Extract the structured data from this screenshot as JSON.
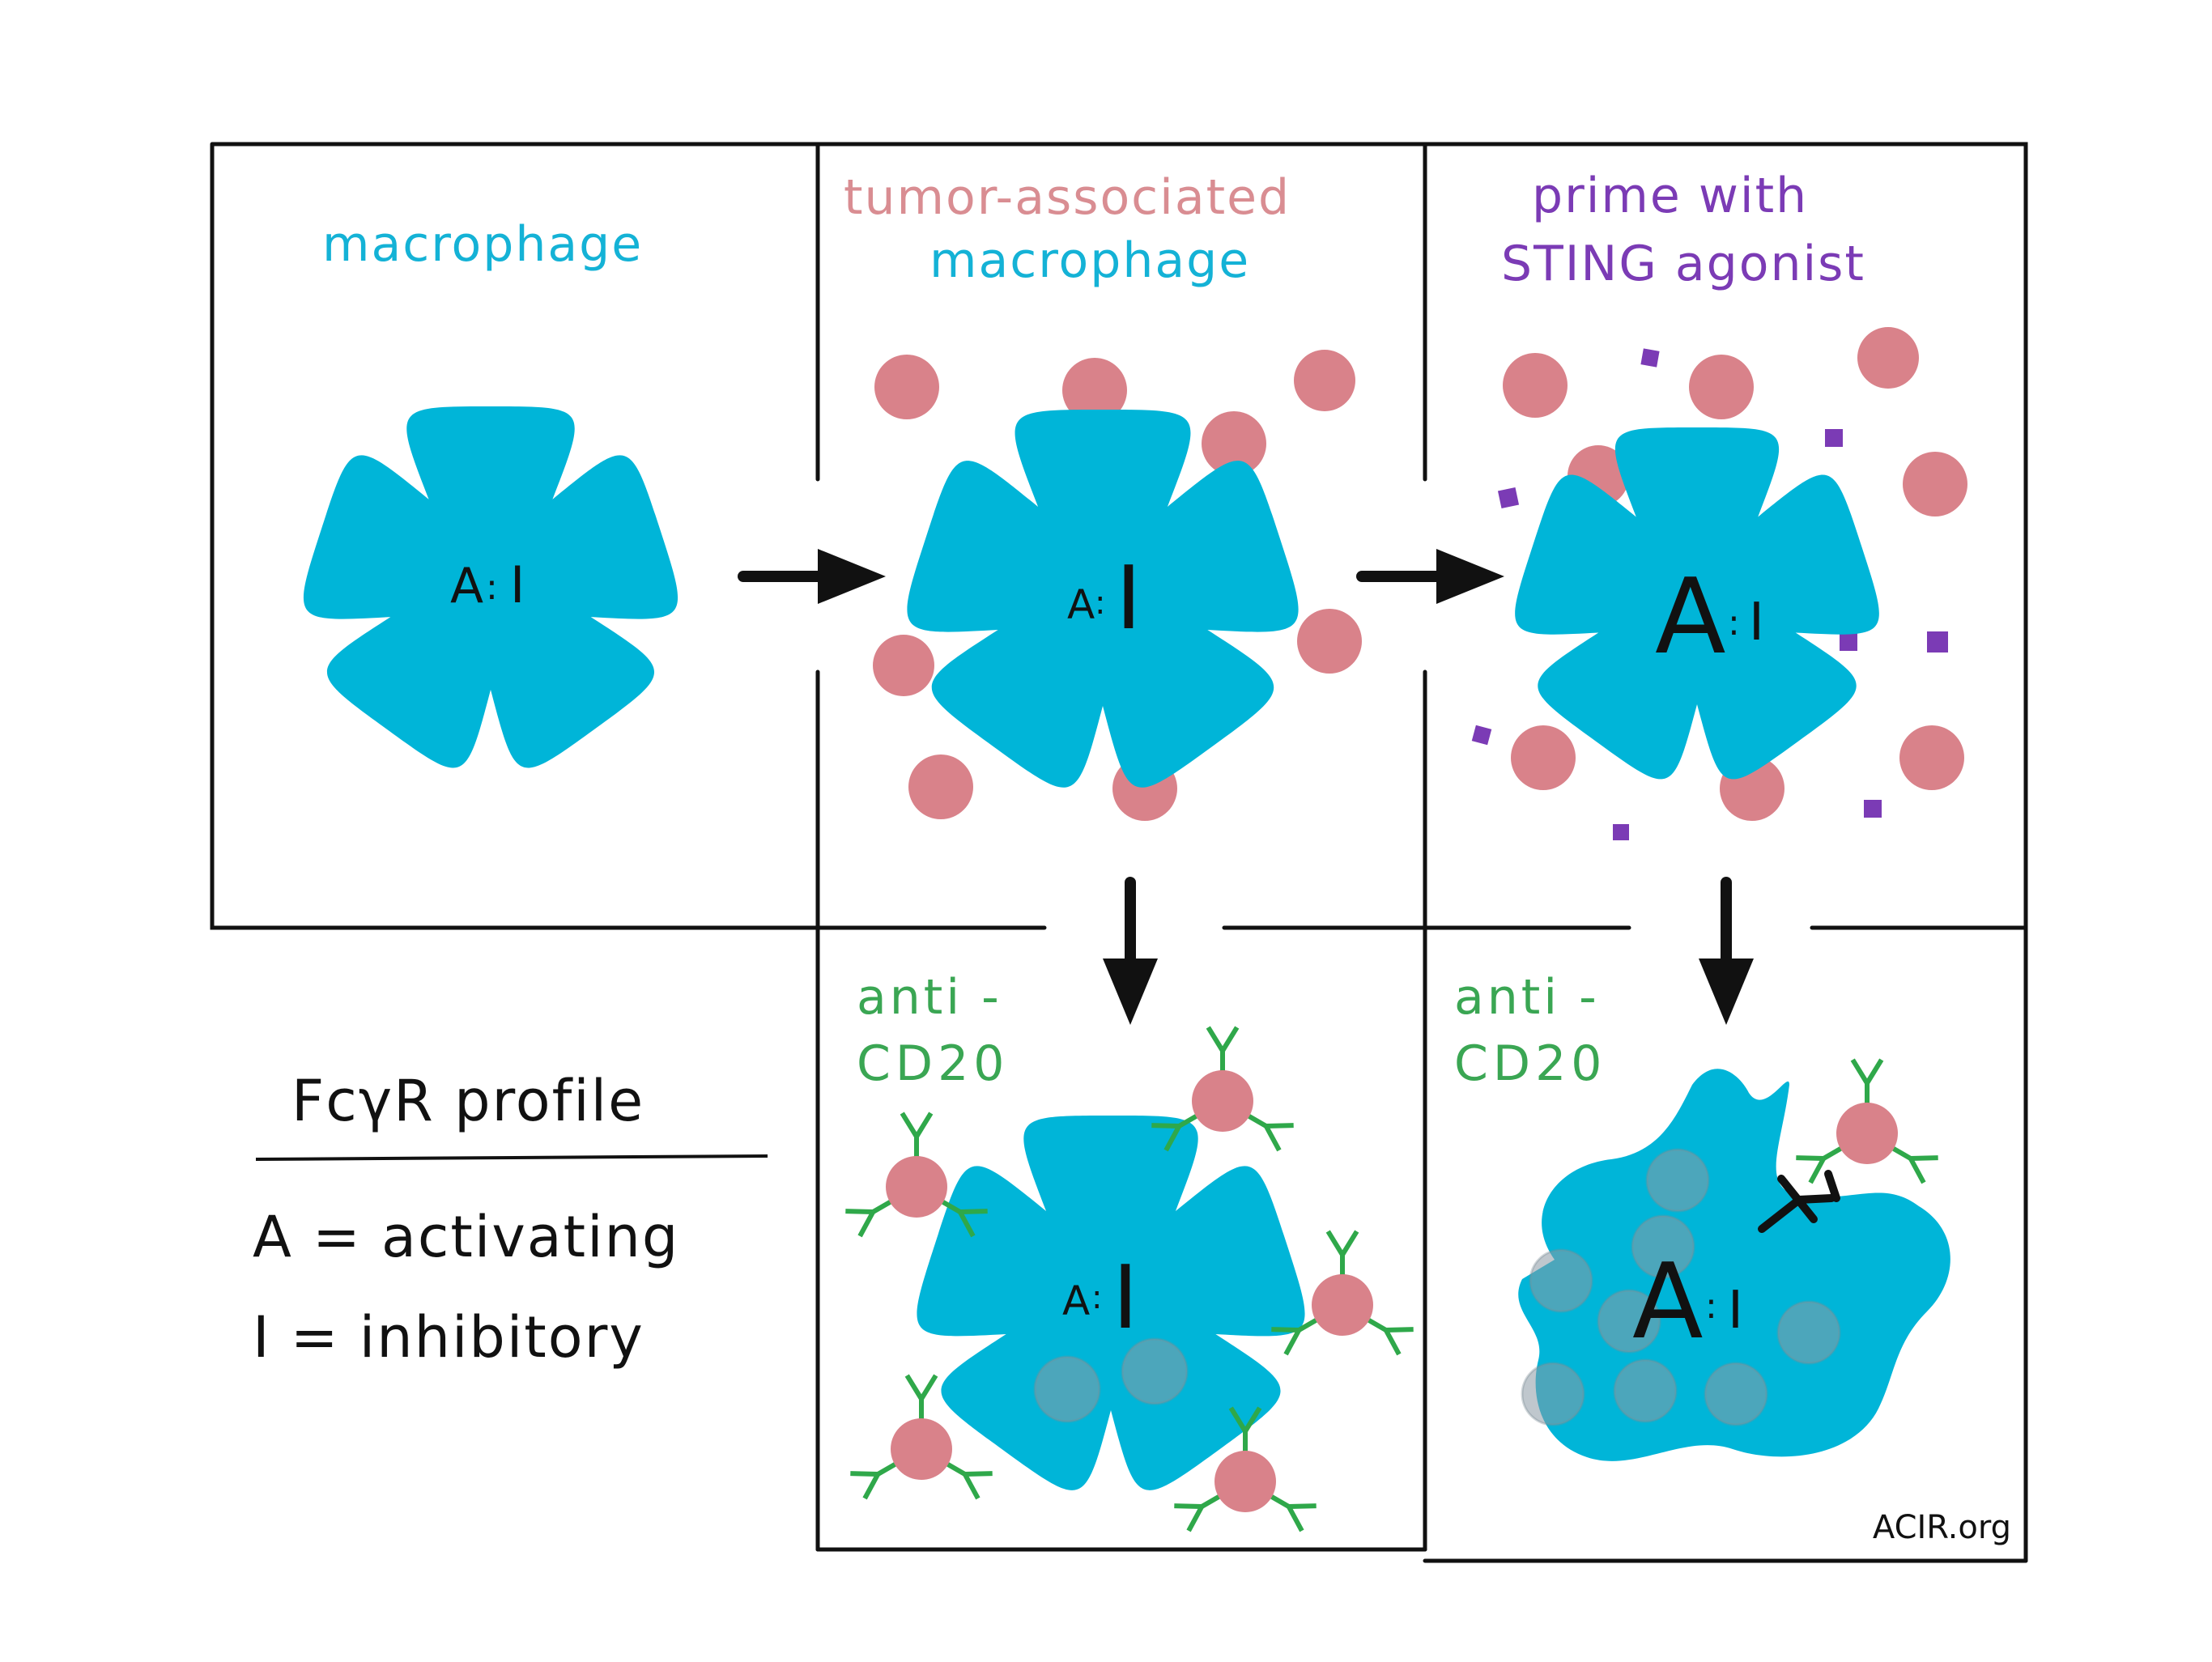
{
  "colors": {
    "macrophage": "#00b5d8",
    "tumor": "#d9828a",
    "sting": "#7b3bb5",
    "antibody": "#2fa84a",
    "ink": "#111111",
    "title_macrophage": "#14b2d6",
    "title_tumor": "#d98d92",
    "title_sting": "#7b3bb5",
    "title_antiCD20": "#3aa653"
  },
  "panels": {
    "p1": {
      "title": "macrophage",
      "ratio_a": "A",
      "ratio_sep": ":",
      "ratio_i": "I"
    },
    "p2": {
      "title_line1": "tumor-associated",
      "title_line2": "macrophage",
      "ratio_a": "A",
      "ratio_sep": ":",
      "ratio_i": "I"
    },
    "p3": {
      "title_line1": "prime with",
      "title_line2": "STING agonist",
      "ratio_a": "A",
      "ratio_sep": ":",
      "ratio_i": "I"
    },
    "p4": {
      "title_line1": "anti -",
      "title_line2": "CD20",
      "ratio_a": "A",
      "ratio_sep": ":",
      "ratio_i": "I"
    },
    "p5": {
      "title_line1": "anti -",
      "title_line2": "CD20",
      "ratio_a": "A",
      "ratio_sep": ":",
      "ratio_i": "I"
    }
  },
  "legend": {
    "heading": "FcγR profile",
    "line_a": "A = activating",
    "line_i": "I = inhibitory"
  },
  "credit": "ACIR.org"
}
